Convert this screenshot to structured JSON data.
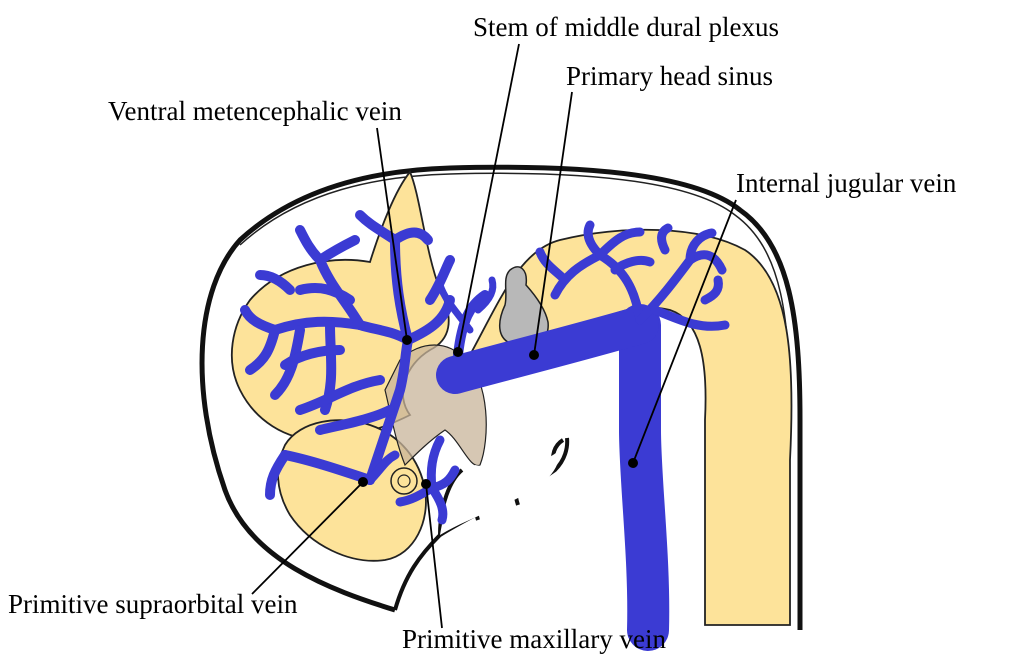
{
  "labels": {
    "stem_middle_dural_plexus": "Stem of middle dural plexus",
    "primary_head_sinus": "Primary head sinus",
    "ventral_metencephalic_vein": "Ventral metencephalic vein",
    "internal_jugular_vein": "Internal jugular vein",
    "primitive_supraorbital_vein": "Primitive supraorbital vein",
    "primitive_maxillary_vein": "Primitive maxillary vein"
  },
  "colors": {
    "vein": "#3b3bd3",
    "brain": "#fde39a",
    "otic": "#b8b8b8",
    "outline": "#111111",
    "leader": "#000000"
  }
}
